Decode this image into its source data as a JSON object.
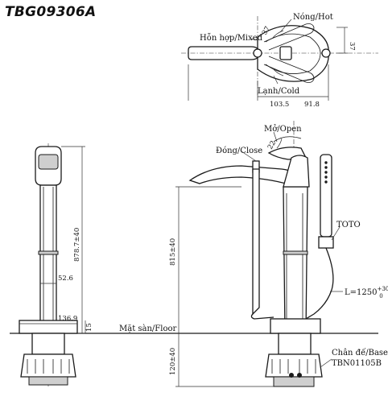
{
  "title": "TBG09306A",
  "labels": {
    "hot": "Nóng/Hot",
    "mixed": "Hỗn hợp/Mixed",
    "cold": "Lạnh/Cold",
    "open": "Mở/Open",
    "close": "Đóng/Close",
    "toto": "TOTO",
    "floor": "Mặt sàn/Floor",
    "base_line1": "Chân đế/Base",
    "base_line2": "TBN01105B"
  },
  "dimensions": {
    "hot_angle": "37",
    "cold_angle": "37",
    "left_width": "103.5",
    "right_width": "91.8",
    "open_angle": "22",
    "total_height": "878.7±40",
    "spout_height": "815±40",
    "hose_length": "L=1250",
    "hose_tol_upper": "+30",
    "hose_tol_lower": "0",
    "pipe_diameter": "52.6",
    "base_diameter": "136.9",
    "base_thickness": "15",
    "below_floor": "120±40"
  }
}
